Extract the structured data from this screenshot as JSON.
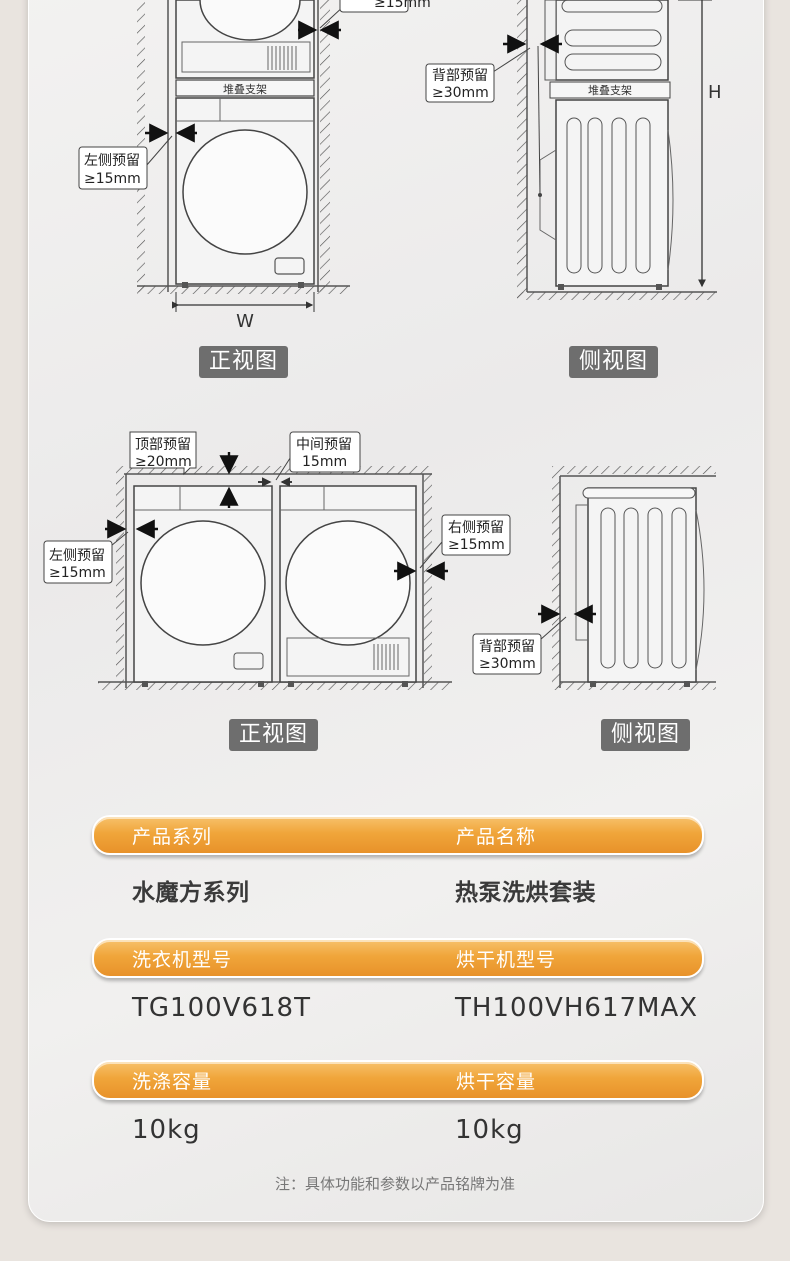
{
  "diagrams": {
    "stacked": {
      "top_right_clearance": "≥15mm",
      "back_clearance_line1": "背部预留",
      "back_clearance_line2": "≥30mm",
      "left_clearance_line1": "左侧预留",
      "left_clearance_line2": "≥15mm",
      "stacking_bracket_front": "堆叠支架",
      "stacking_bracket_side": "堆叠支架",
      "width_label": "W",
      "height_label": "H",
      "front_view": "正视图",
      "side_view": "侧视图"
    },
    "side_by_side": {
      "top_clearance_line1": "顶部预留",
      "top_clearance_line2": "≥20mm",
      "middle_clearance_line1": "中间预留",
      "middle_clearance_line2": "15mm",
      "right_clearance_line1": "右侧预留",
      "right_clearance_line2": "≥15mm",
      "left_clearance_line1": "左侧预留",
      "left_clearance_line2": "≥15mm",
      "back_clearance_line1": "背部预留",
      "back_clearance_line2": "≥30mm",
      "front_view": "正视图",
      "side_view": "侧视图"
    }
  },
  "specs": [
    {
      "left_label": "产品系列",
      "right_label": "产品名称",
      "left_value": "水魔方系列",
      "right_value": "热泵洗烘套装"
    },
    {
      "left_label": "洗衣机型号",
      "right_label": "烘干机型号",
      "left_value": "TG100V618T",
      "right_value": "TH100VH617MAX"
    },
    {
      "left_label": "洗涤容量",
      "right_label": "烘干容量",
      "left_value": "10kg",
      "right_value": "10kg"
    }
  ],
  "note": "注：具体功能和参数以产品铭牌为准",
  "colors": {
    "accent": "#f0a53a",
    "badge": "#6e6e6e",
    "background": "#e9e4df"
  }
}
